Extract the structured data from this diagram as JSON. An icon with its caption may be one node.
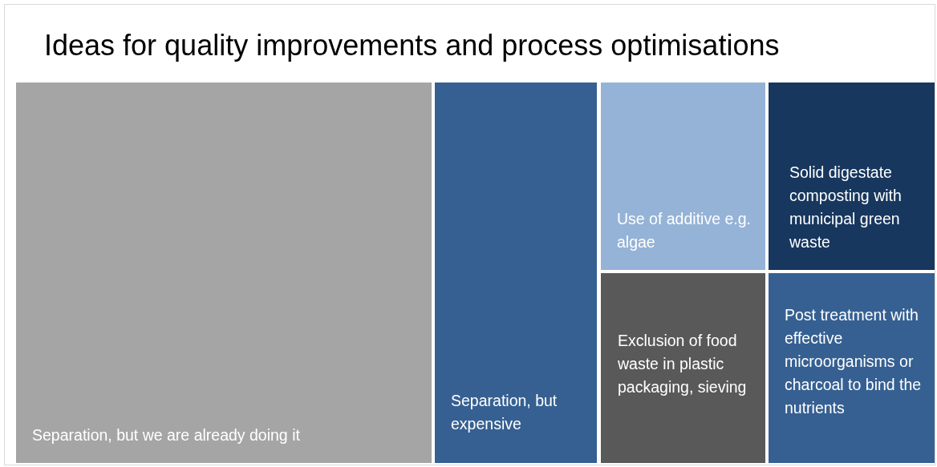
{
  "diagram": {
    "title": "Ideas for quality improvements and process optimisations",
    "nodes": [
      {
        "text": [
          "Separation, but we are already doing it"
        ]
      },
      {
        "text": [
          "Separation, but expensive"
        ]
      },
      {
        "text": [
          "Use of additive e.g. algae"
        ]
      },
      {
        "text": [
          "Solid digestate composting with  municipal green waste"
        ]
      },
      {
        "text": [
          "Exclusion of food waste in plastic packaging, sieving"
        ]
      },
      {
        "text": [
          "Post treatment with effective microorganisms or charcoal to bind the nutrients"
        ]
      }
    ]
  }
}
